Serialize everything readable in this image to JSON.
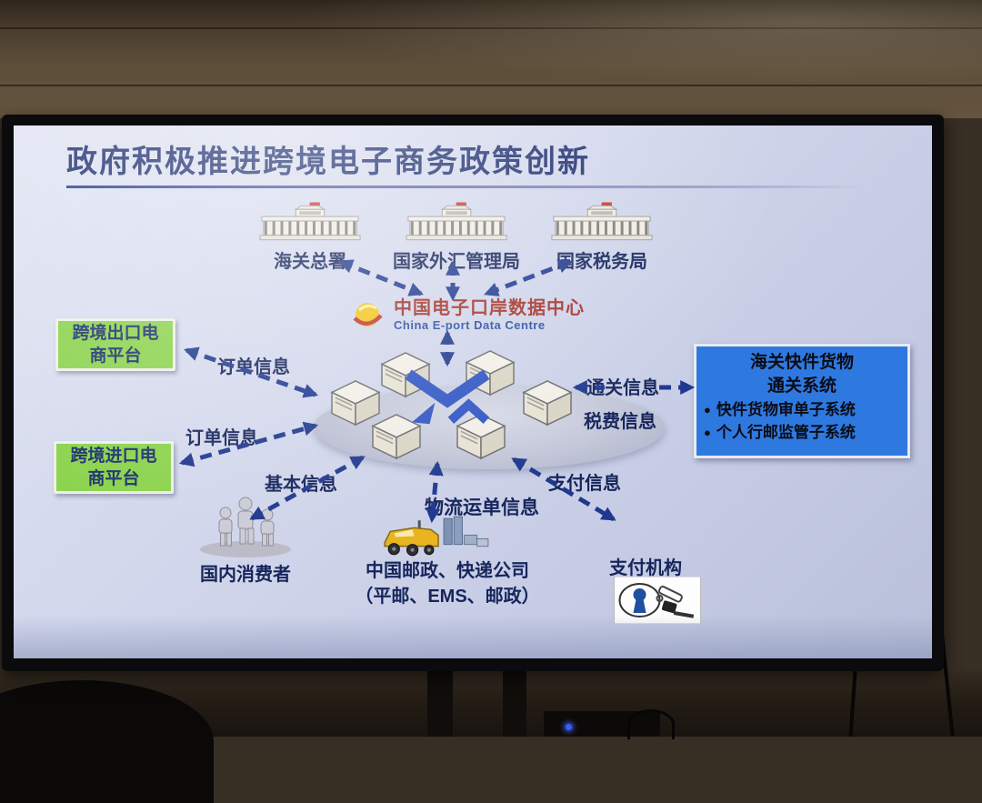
{
  "slide": {
    "title": "政府积极推进跨境电子商务政策创新",
    "agencies": [
      {
        "label": "海关总署"
      },
      {
        "label": "国家外汇管理局"
      },
      {
        "label": "国家税务局"
      }
    ],
    "eport": {
      "name_cn": "中国电子口岸数据中心",
      "name_en": "China E-port Data Centre"
    },
    "platform_boxes": [
      {
        "line1": "跨境出口电",
        "line2": "商平台"
      },
      {
        "line1": "跨境进口电",
        "line2": "商平台"
      }
    ],
    "customs_system_box": {
      "title_line1": "海关快件货物",
      "title_line2": "通关系统",
      "bullet_char": "●",
      "bullets": [
        "快件货物审单子系统",
        "个人行邮监管子系统"
      ]
    },
    "flow_labels": {
      "order_info_export": "订单信息",
      "order_info_import": "订单信息",
      "customs_info": "通关信息",
      "tax_info": "税费信息",
      "basic_info": "基本信息",
      "payment_info": "支付信息",
      "logistics_info": "物流运单信息"
    },
    "entities": {
      "consumers": "国内消费者",
      "postal_line1": "中国邮政、快递公司",
      "postal_line2": "（平邮、EMS、邮政）",
      "payment_org": "支付机构"
    }
  },
  "icons": {
    "agency": "government-building-icon",
    "eport": "eport-logo-icon",
    "hub_node": "server-cube-icon",
    "hub_center": "data-exchange-arrows-icon",
    "consumers": "people-group-icon",
    "logistics": "truck-icon",
    "payment": "payment-keys-icon"
  },
  "colors": {
    "title_text": "#1c2d6e",
    "label_text": "#16255c",
    "green_box": "#8cd34e",
    "blue_box": "#2e79e0",
    "arrow": "#20398f",
    "eport_red": "#a33428",
    "eport_gold": "#f3c41c"
  }
}
